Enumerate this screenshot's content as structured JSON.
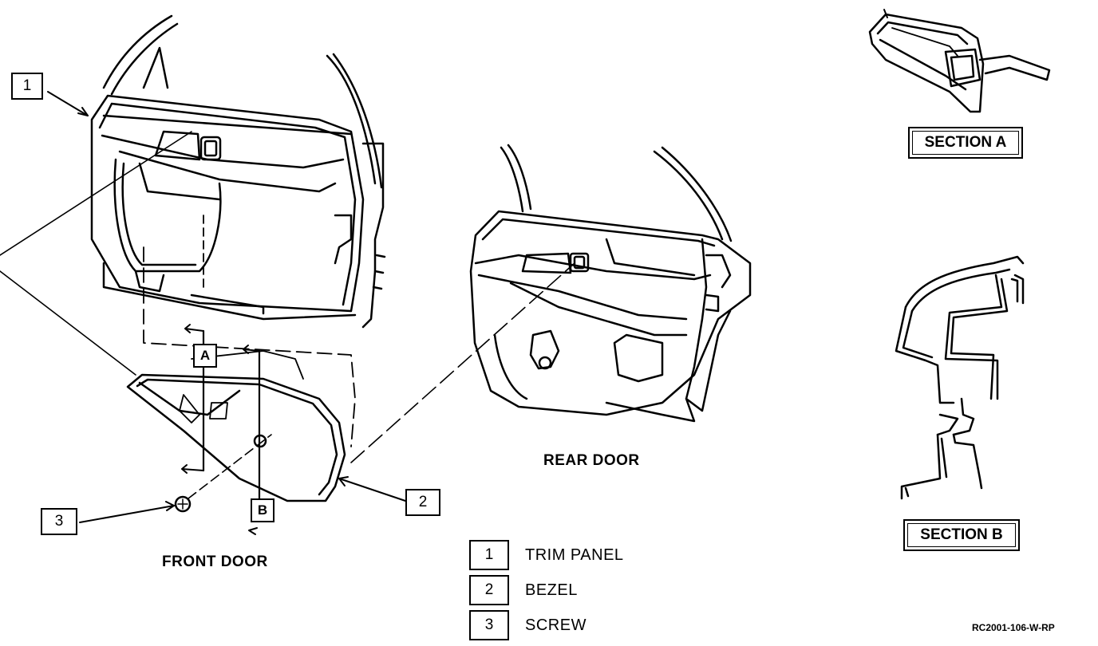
{
  "callouts": {
    "c1": "1",
    "c2": "2",
    "c3": "3"
  },
  "section_markers": {
    "a": "A",
    "b": "B"
  },
  "views": {
    "front": "FRONT DOOR",
    "rear": "REAR DOOR"
  },
  "sections": {
    "a": "SECTION A",
    "b": "SECTION B"
  },
  "legend": [
    {
      "num": "1",
      "label": "TRIM PANEL"
    },
    {
      "num": "2",
      "label": "BEZEL"
    },
    {
      "num": "3",
      "label": "SCREW"
    }
  ],
  "figure_code": "RC2001-106-W-RP"
}
